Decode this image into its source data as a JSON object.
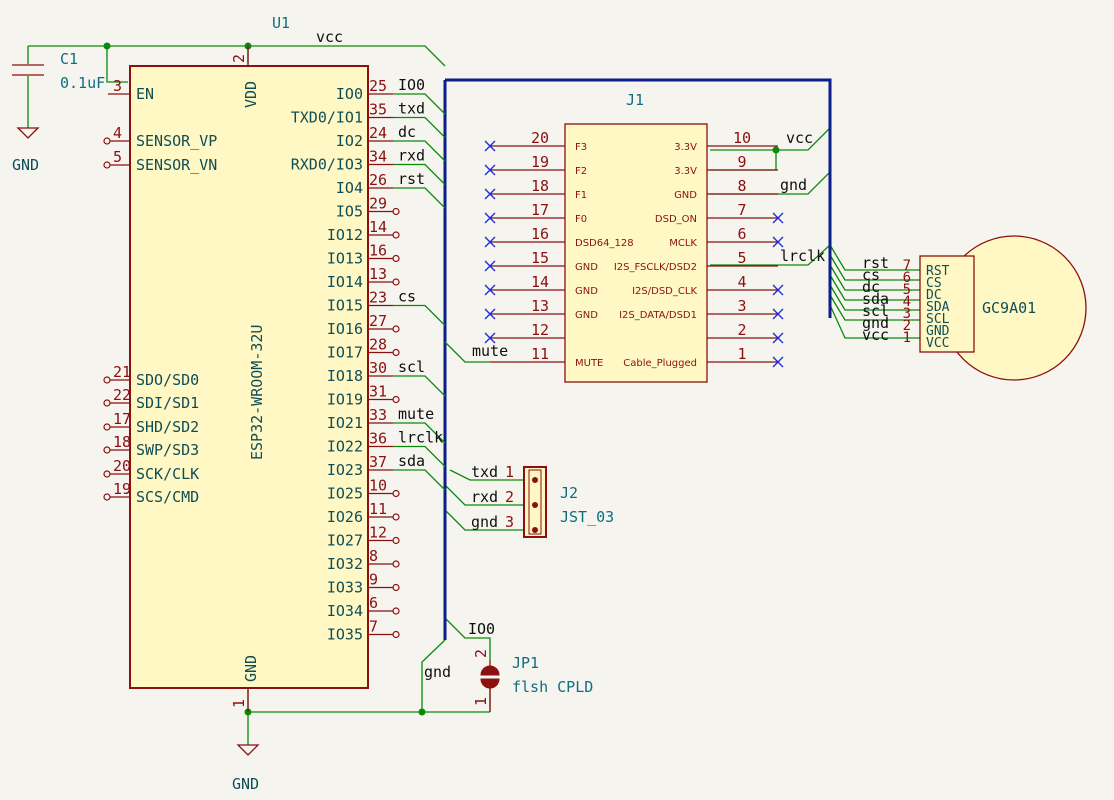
{
  "colors": {
    "background": "#f5f4ef",
    "wire": "#0a8a0a",
    "bus": "#0b1e8c",
    "component": "#8b1010",
    "component_fill": "#fff8c4",
    "ref_text": "#0f6e80",
    "no_connect": "#1b2fcf"
  },
  "power": {
    "gnd_top": "GND",
    "gnd_bottom": "GND"
  },
  "net_labels": {
    "vcc_top": "vcc",
    "ioo_jp": "IO0"
  },
  "c1": {
    "ref": "C1",
    "value": "0.1uF"
  },
  "u1": {
    "ref": "U1",
    "value": "ESP32-WROOM-32U",
    "left_pins": [
      {
        "num": "3",
        "name": "EN"
      },
      {
        "num": "4",
        "name": "SENSOR_VP"
      },
      {
        "num": "5",
        "name": "SENSOR_VN"
      },
      {
        "num": "21",
        "name": "SDO/SD0"
      },
      {
        "num": "22",
        "name": "SDI/SD1"
      },
      {
        "num": "17",
        "name": "SHD/SD2"
      },
      {
        "num": "18",
        "name": "SWP/SD3"
      },
      {
        "num": "20",
        "name": "SCK/CLK"
      },
      {
        "num": "19",
        "name": "SCS/CMD"
      }
    ],
    "top_pin": {
      "num": "2",
      "name": "VDD"
    },
    "bottom_pin": {
      "num": "1",
      "name": "GND"
    },
    "right_pins": [
      {
        "num": "25",
        "name": "IO0",
        "net": "IO0"
      },
      {
        "num": "35",
        "name": "TXD0/IO1",
        "net": "txd"
      },
      {
        "num": "24",
        "name": "IO2",
        "net": "dc"
      },
      {
        "num": "34",
        "name": "RXD0/IO3",
        "net": "rxd"
      },
      {
        "num": "26",
        "name": "IO4",
        "net": "rst"
      },
      {
        "num": "29",
        "name": "IO5",
        "net": ""
      },
      {
        "num": "14",
        "name": "IO12",
        "net": ""
      },
      {
        "num": "16",
        "name": "IO13",
        "net": ""
      },
      {
        "num": "13",
        "name": "IO14",
        "net": ""
      },
      {
        "num": "23",
        "name": "IO15",
        "net": "cs"
      },
      {
        "num": "27",
        "name": "IO16",
        "net": ""
      },
      {
        "num": "28",
        "name": "IO17",
        "net": ""
      },
      {
        "num": "30",
        "name": "IO18",
        "net": "scl"
      },
      {
        "num": "31",
        "name": "IO19",
        "net": ""
      },
      {
        "num": "33",
        "name": "IO21",
        "net": "mute"
      },
      {
        "num": "36",
        "name": "IO22",
        "net": "lrclk"
      },
      {
        "num": "37",
        "name": "IO23",
        "net": "sda"
      },
      {
        "num": "10",
        "name": "IO25",
        "net": ""
      },
      {
        "num": "11",
        "name": "IO26",
        "net": ""
      },
      {
        "num": "12",
        "name": "IO27",
        "net": ""
      },
      {
        "num": "8",
        "name": "IO32",
        "net": ""
      },
      {
        "num": "9",
        "name": "IO33",
        "net": ""
      },
      {
        "num": "6",
        "name": "IO34",
        "net": ""
      },
      {
        "num": "7",
        "name": "IO35",
        "net": ""
      }
    ]
  },
  "j1": {
    "ref": "J1",
    "left_pins": [
      {
        "num": "20",
        "name": "F3",
        "net": ""
      },
      {
        "num": "19",
        "name": "F2",
        "net": ""
      },
      {
        "num": "18",
        "name": "F1",
        "net": ""
      },
      {
        "num": "17",
        "name": "F0",
        "net": ""
      },
      {
        "num": "16",
        "name": "DSD64_128",
        "net": ""
      },
      {
        "num": "15",
        "name": "GND",
        "net": ""
      },
      {
        "num": "14",
        "name": "GND",
        "net": ""
      },
      {
        "num": "13",
        "name": "GND",
        "net": ""
      },
      {
        "num": "12",
        "name": "",
        "net": ""
      },
      {
        "num": "11",
        "name": "MUTE",
        "net": "mute"
      }
    ],
    "right_pins": [
      {
        "num": "10",
        "name": "3.3V",
        "net": "vcc"
      },
      {
        "num": "9",
        "name": "3.3V",
        "net": ""
      },
      {
        "num": "8",
        "name": "GND",
        "net": "gnd"
      },
      {
        "num": "7",
        "name": "DSD_ON",
        "net": ""
      },
      {
        "num": "6",
        "name": "MCLK",
        "net": ""
      },
      {
        "num": "5",
        "name": "I2S_FSCLK/DSD2",
        "net": "lrclk"
      },
      {
        "num": "4",
        "name": "I2S/DSD_CLK",
        "net": ""
      },
      {
        "num": "3",
        "name": "I2S_DATA/DSD1",
        "net": ""
      },
      {
        "num": "2",
        "name": "",
        "net": ""
      },
      {
        "num": "1",
        "name": "Cable_Plugged",
        "net": ""
      }
    ]
  },
  "j2": {
    "ref": "J2",
    "value": "JST_03",
    "pins": [
      {
        "num": "1",
        "net": "txd"
      },
      {
        "num": "2",
        "net": "rxd"
      },
      {
        "num": "3",
        "net": "gnd"
      }
    ]
  },
  "display": {
    "value": "GC9A01",
    "pins": [
      {
        "num": "7",
        "name": "RST",
        "net": "rst"
      },
      {
        "num": "6",
        "name": "CS",
        "net": "cs"
      },
      {
        "num": "5",
        "name": "DC",
        "net": "dc"
      },
      {
        "num": "4",
        "name": "SDA",
        "net": "sda"
      },
      {
        "num": "3",
        "name": "SCL",
        "net": "scl"
      },
      {
        "num": "2",
        "name": "GND",
        "net": "gnd"
      },
      {
        "num": "1",
        "name": "VCC",
        "net": "vcc"
      }
    ]
  },
  "jp1": {
    "ref": "JP1",
    "value": "flsh CPLD",
    "pin_top": "2",
    "pin_bottom": "1",
    "gnd_label": "gnd"
  }
}
